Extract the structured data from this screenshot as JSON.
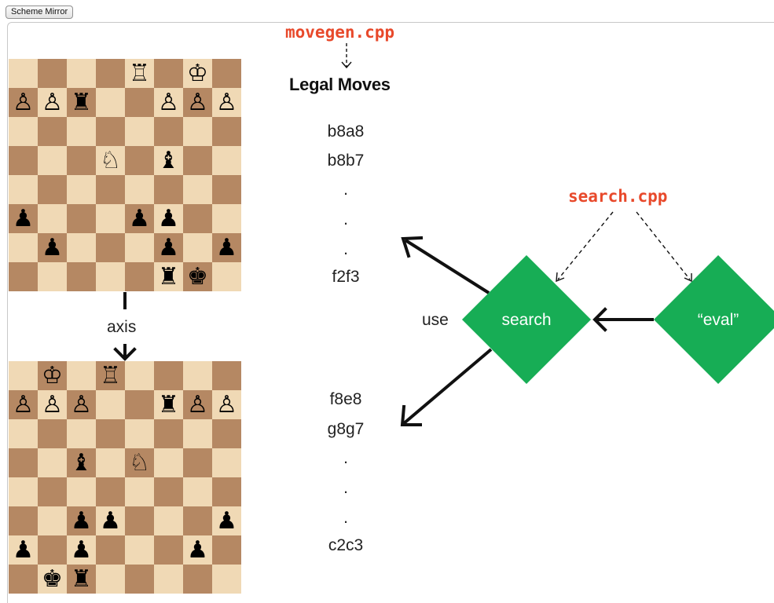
{
  "toolbar": {
    "button_label": "Scheme Mirror"
  },
  "diagram": {
    "movegen_label": "movegen.cpp",
    "legal_moves_title": "Legal Moves",
    "top_moves": [
      "b8a8",
      "b8b7",
      ".",
      ".",
      ".",
      "f2f3"
    ],
    "bottom_moves": [
      "f8e8",
      "g8g7",
      ".",
      ".",
      ".",
      "c2c3"
    ],
    "axis_label": "axis",
    "search_cpp_label": "search.cpp",
    "use_label": "use",
    "search_node": "search",
    "eval_node": "“eval”",
    "node_color": "#17ad55",
    "file_label_color": "#e8492b"
  },
  "boards": {
    "top": [
      "....♖.♔.",
      "♙♙♜..♙♙♙",
      "........",
      "...♘.♝..",
      "........",
      "♟...♟♟..",
      ".♟...♟.♟",
      ".....♜♚."
    ],
    "bottom": [
      ".♔.♖....",
      "♙♙♙..♜♙♙",
      "........",
      "..♝.♘...",
      "........",
      "..♟♟...♟",
      "♟.♟...♟.",
      ".♚♜....."
    ]
  }
}
